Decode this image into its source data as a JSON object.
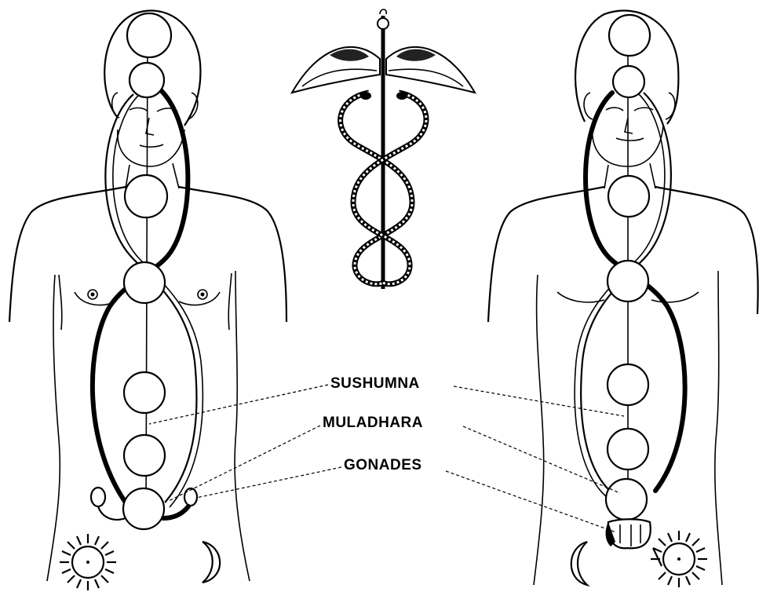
{
  "labels": {
    "sushumna": "SUSHUMNA",
    "muladhara": "MULADHARA",
    "gonades": "GONADES"
  },
  "colors": {
    "ink": "#000000",
    "paper": "#ffffff"
  },
  "icons": [
    "caduceus-icon",
    "sun-icon",
    "crescent-moon-icon"
  ]
}
